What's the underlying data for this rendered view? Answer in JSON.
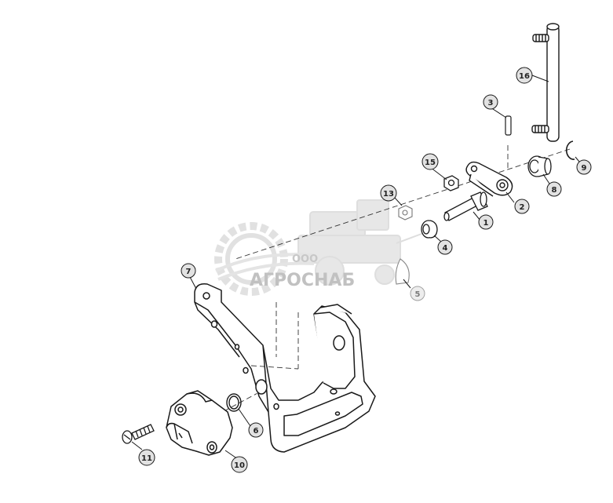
{
  "diagram": {
    "callouts": [
      {
        "id": "c1",
        "label": "1"
      },
      {
        "id": "c2",
        "label": "2"
      },
      {
        "id": "c3",
        "label": "3"
      },
      {
        "id": "c4",
        "label": "4"
      },
      {
        "id": "c5",
        "label": "5"
      },
      {
        "id": "c6",
        "label": "6"
      },
      {
        "id": "c7",
        "label": "7"
      },
      {
        "id": "c8",
        "label": "8"
      },
      {
        "id": "c9",
        "label": "9"
      },
      {
        "id": "c10",
        "label": "10"
      },
      {
        "id": "c11",
        "label": "11"
      },
      {
        "id": "c13",
        "label": "13"
      },
      {
        "id": "c15",
        "label": "15"
      },
      {
        "id": "c16",
        "label": "16"
      }
    ]
  },
  "watermark": {
    "line1": "ООО",
    "line2": "АГРОСНАБ"
  },
  "colors": {
    "line": "#1a1a1a",
    "callout_fill": "#e2e2e2",
    "watermark": "#c9c9c9"
  }
}
